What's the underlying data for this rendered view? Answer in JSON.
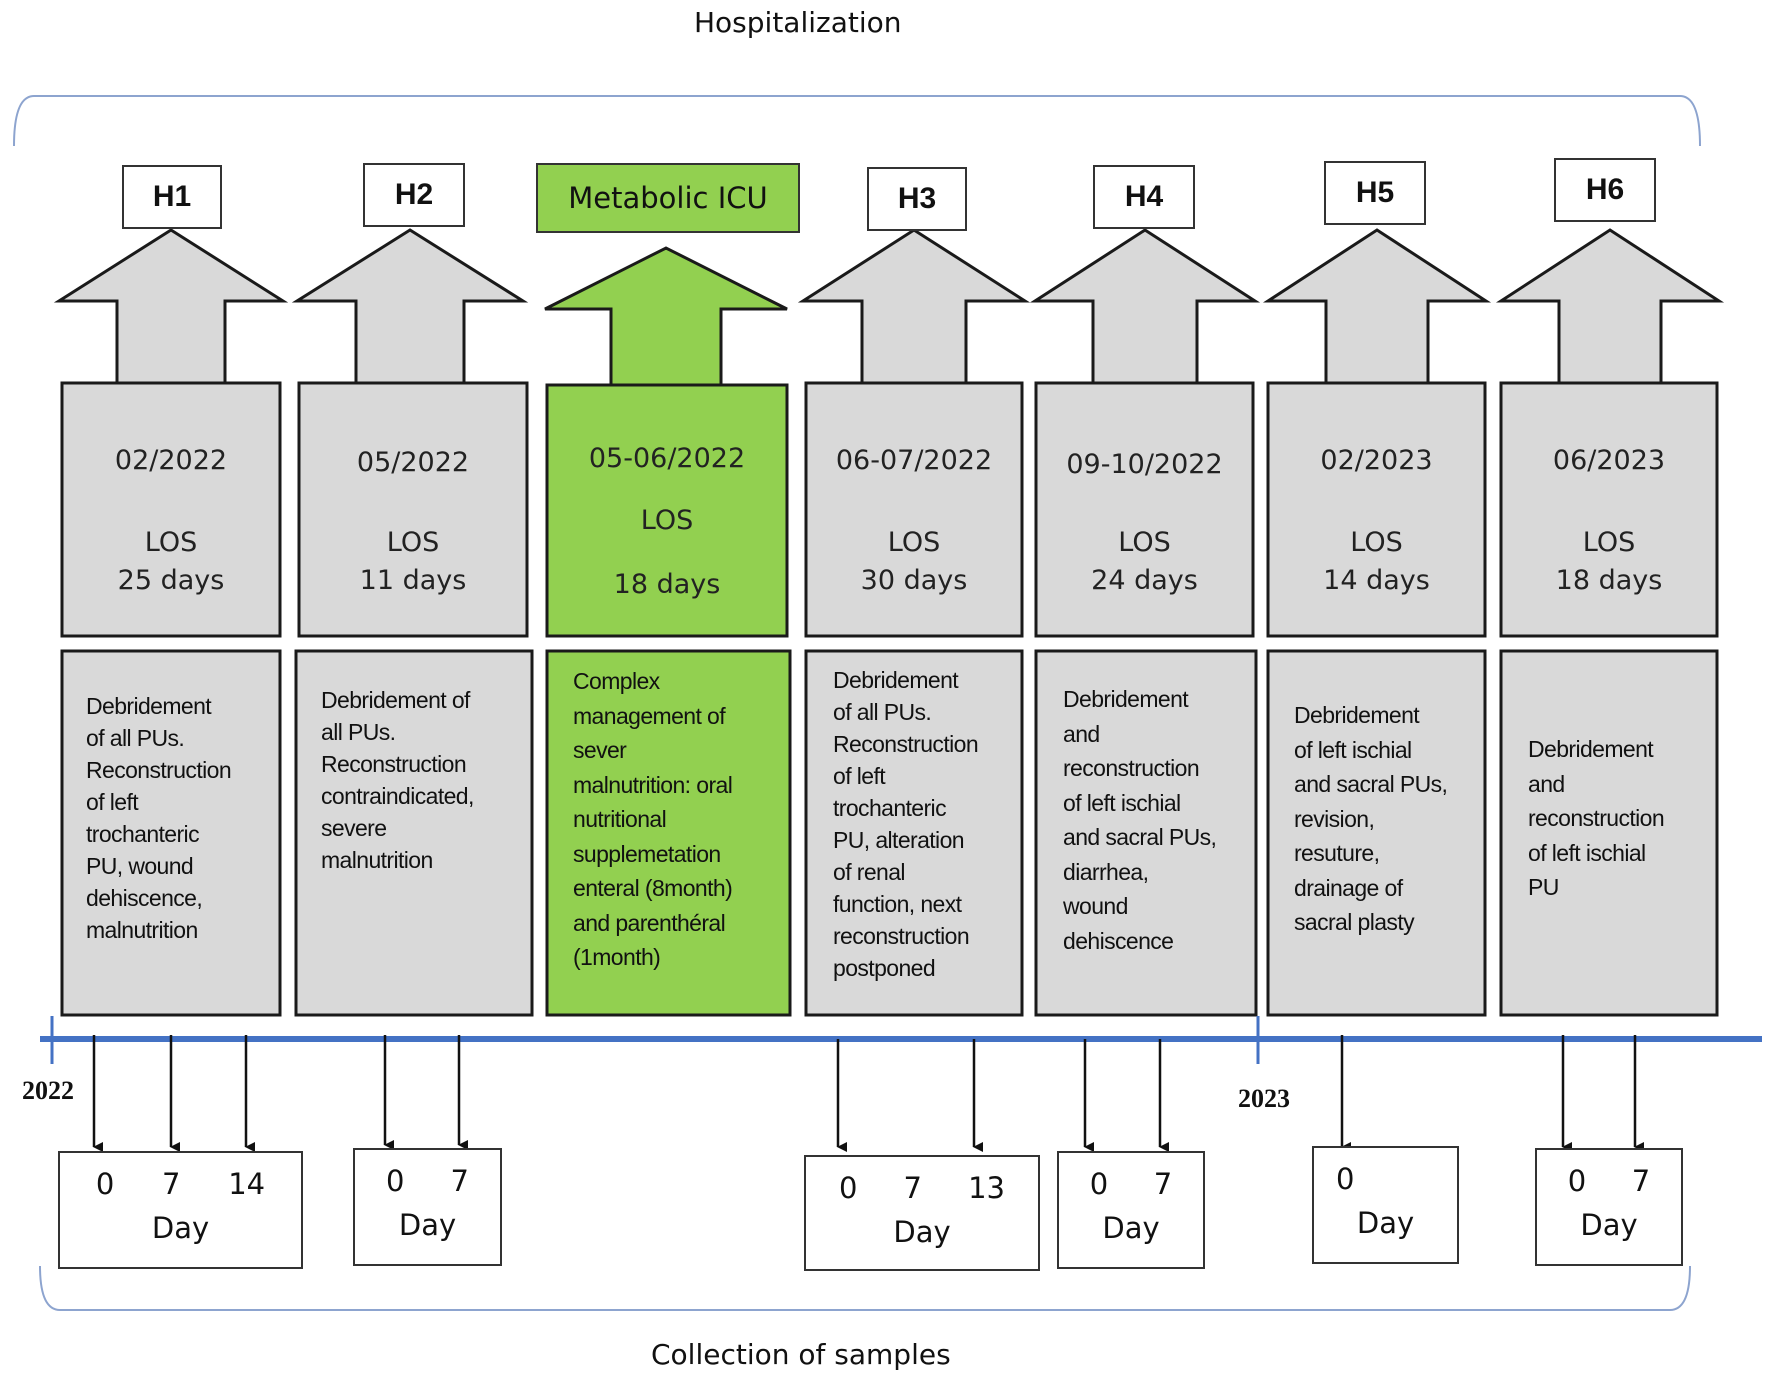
{
  "title_top": "Hospitalization",
  "title_bottom": "Collection of samples",
  "years": [
    "2022",
    "2023"
  ],
  "stays": [
    {
      "label": "H1",
      "date": "02/2022",
      "los_label": "LOS",
      "los": "25 days",
      "desc": [
        "Debridement",
        "of all PUs.",
        "Reconstruction",
        "of left",
        "trochanteric",
        "PU, wound",
        "dehiscence,",
        "malnutrition"
      ]
    },
    {
      "label": "H2",
      "date": "05/2022",
      "los_label": "LOS",
      "los": "11 days",
      "desc": [
        "Debridement of",
        "all PUs.",
        "Reconstruction",
        "contraindicated,",
        "severe",
        "malnutrition"
      ]
    },
    {
      "label": "Metabolic ICU",
      "date": "05-06/2022",
      "los_label": "LOS",
      "los": "18 days",
      "desc": [
        "Complex",
        "management of",
        "sever",
        "malnutrition: oral",
        "nutritional",
        "supplemetation",
        "enteral (8month)",
        "and parenthéral",
        "(1month)"
      ]
    },
    {
      "label": "H3",
      "date": "06-07/2022",
      "los_label": "LOS",
      "los": "30 days",
      "desc": [
        "Debridement",
        "of all PUs.",
        "Reconstruction",
        "of left",
        "trochanteric",
        "PU, alteration",
        "of renal",
        "function, next",
        "reconstruction",
        "postponed"
      ]
    },
    {
      "label": "H4",
      "date": "09-10/2022",
      "los_label": "LOS",
      "los": "24 days",
      "desc": [
        "Debridement",
        "and",
        "reconstruction",
        "of left ischial",
        "and sacral PUs,",
        "diarrhea,",
        "wound",
        "dehiscence"
      ]
    },
    {
      "label": "H5",
      "date": "02/2023",
      "los_label": "LOS",
      "los": "14 days",
      "desc": [
        "Debridement",
        "of left ischial",
        "and sacral PUs,",
        "revision,",
        "resuture,",
        "drainage of",
        "sacral plasty"
      ]
    },
    {
      "label": "H6",
      "date": "06/2023",
      "los_label": "LOS",
      "los": "18 days",
      "desc": [
        "Debridement",
        "and",
        "reconstruction",
        "of left ischial",
        "PU"
      ]
    }
  ],
  "samples": [
    {
      "days": [
        "0",
        "7",
        "14"
      ],
      "label": "Day"
    },
    {
      "days": [
        "0",
        "7"
      ],
      "label": "Day"
    },
    {
      "days": [
        "0",
        "7",
        "13"
      ],
      "label": "Day"
    },
    {
      "days": [
        "0",
        "7"
      ],
      "label": "Day"
    },
    {
      "days": [
        "0"
      ],
      "label": "Day"
    },
    {
      "days": [
        "0",
        "7"
      ],
      "label": "Day"
    }
  ],
  "colors": {
    "gray": "#d9d9d9",
    "green": "#92d050",
    "timeline": "#4472c4",
    "bracket": "#8da4cf"
  }
}
